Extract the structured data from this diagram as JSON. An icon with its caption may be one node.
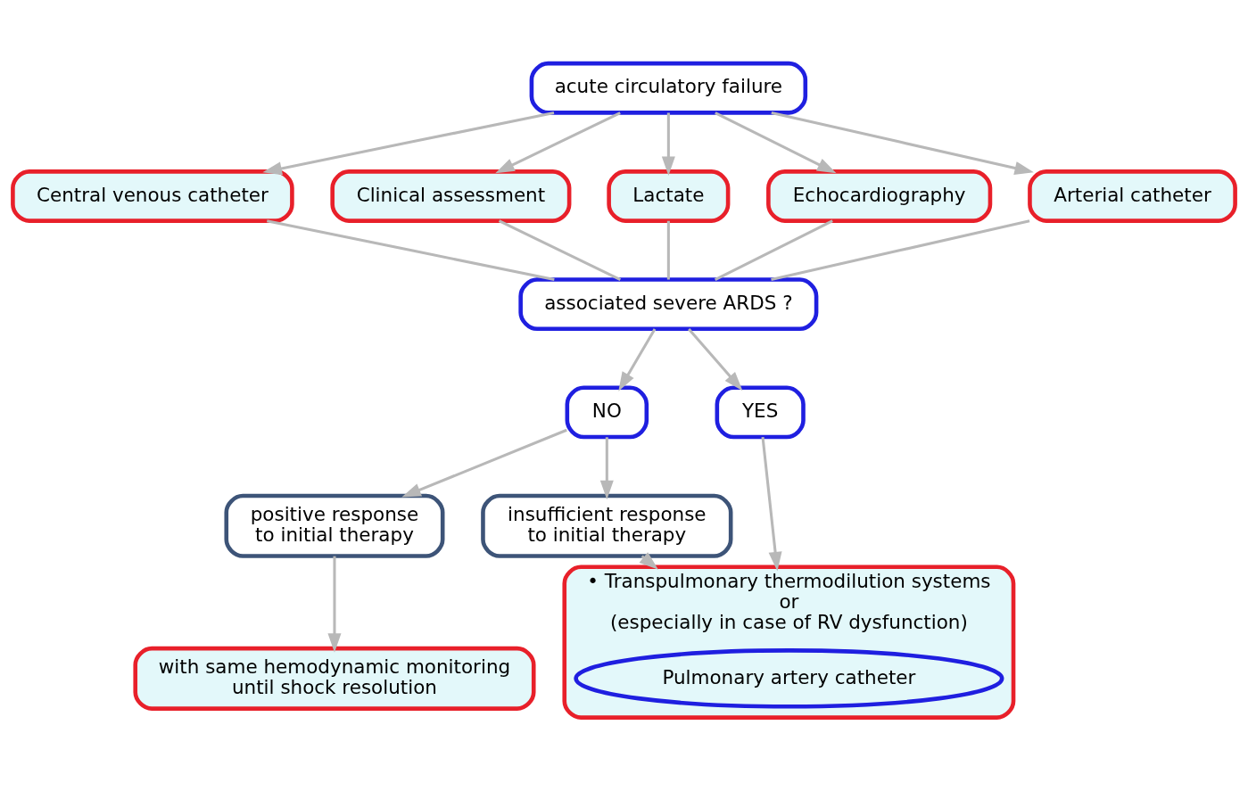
{
  "diagram": {
    "nodes": [
      {
        "text": [
          "acute circulatory failure"
        ]
      },
      {
        "text": [
          "Central venous catheter"
        ]
      },
      {
        "text": [
          "Clinical assessment"
        ]
      },
      {
        "text": [
          "Lactate"
        ]
      },
      {
        "text": [
          "Echocardiography"
        ]
      },
      {
        "text": [
          "Arterial catheter"
        ]
      },
      {
        "text": [
          "associated severe ARDS ?"
        ]
      },
      {
        "text": [
          "NO"
        ]
      },
      {
        "text": [
          "YES"
        ]
      },
      {
        "text": [
          "positive response",
          "to initial therapy"
        ]
      },
      {
        "text": [
          "insufficient response",
          "to initial therapy"
        ]
      },
      {
        "text": [
          "• Transpulmonary thermodilution systems",
          "or",
          "(especially in case of RV dysfunction)"
        ]
      },
      {
        "text": [
          "Pulmonary artery catheter"
        ],
        "in": 11
      },
      {
        "text": [
          "with same hemodynamic monitoring",
          "until shock resolution"
        ]
      }
    ],
    "edges": [
      {
        "from": 0,
        "to": 1,
        "arrow": "to"
      },
      {
        "from": 0,
        "to": 2,
        "arrow": "to"
      },
      {
        "from": 0,
        "to": 3,
        "arrow": "to"
      },
      {
        "from": 0,
        "to": 4,
        "arrow": "to"
      },
      {
        "from": 0,
        "to": 5,
        "arrow": "to"
      },
      {
        "from": 1,
        "to": 6,
        "arrow": "none"
      },
      {
        "from": 2,
        "to": 6,
        "arrow": "none"
      },
      {
        "from": 3,
        "to": 6,
        "arrow": "none"
      },
      {
        "from": 4,
        "to": 6,
        "arrow": "none"
      },
      {
        "from": 5,
        "to": 6,
        "arrow": "none"
      },
      {
        "from": 6,
        "to": 7,
        "arrow": "to"
      },
      {
        "from": 6,
        "to": 8,
        "arrow": "to"
      },
      {
        "from": 7,
        "to": 9,
        "arrow": "to"
      },
      {
        "from": 7,
        "to": 10,
        "arrow": "to"
      },
      {
        "from": 8,
        "to": 11,
        "arrow": "to"
      },
      {
        "from": 10,
        "to": 11,
        "arrow": "to"
      },
      {
        "from": 9,
        "to": 13,
        "arrow": "to"
      }
    ]
  }
}
